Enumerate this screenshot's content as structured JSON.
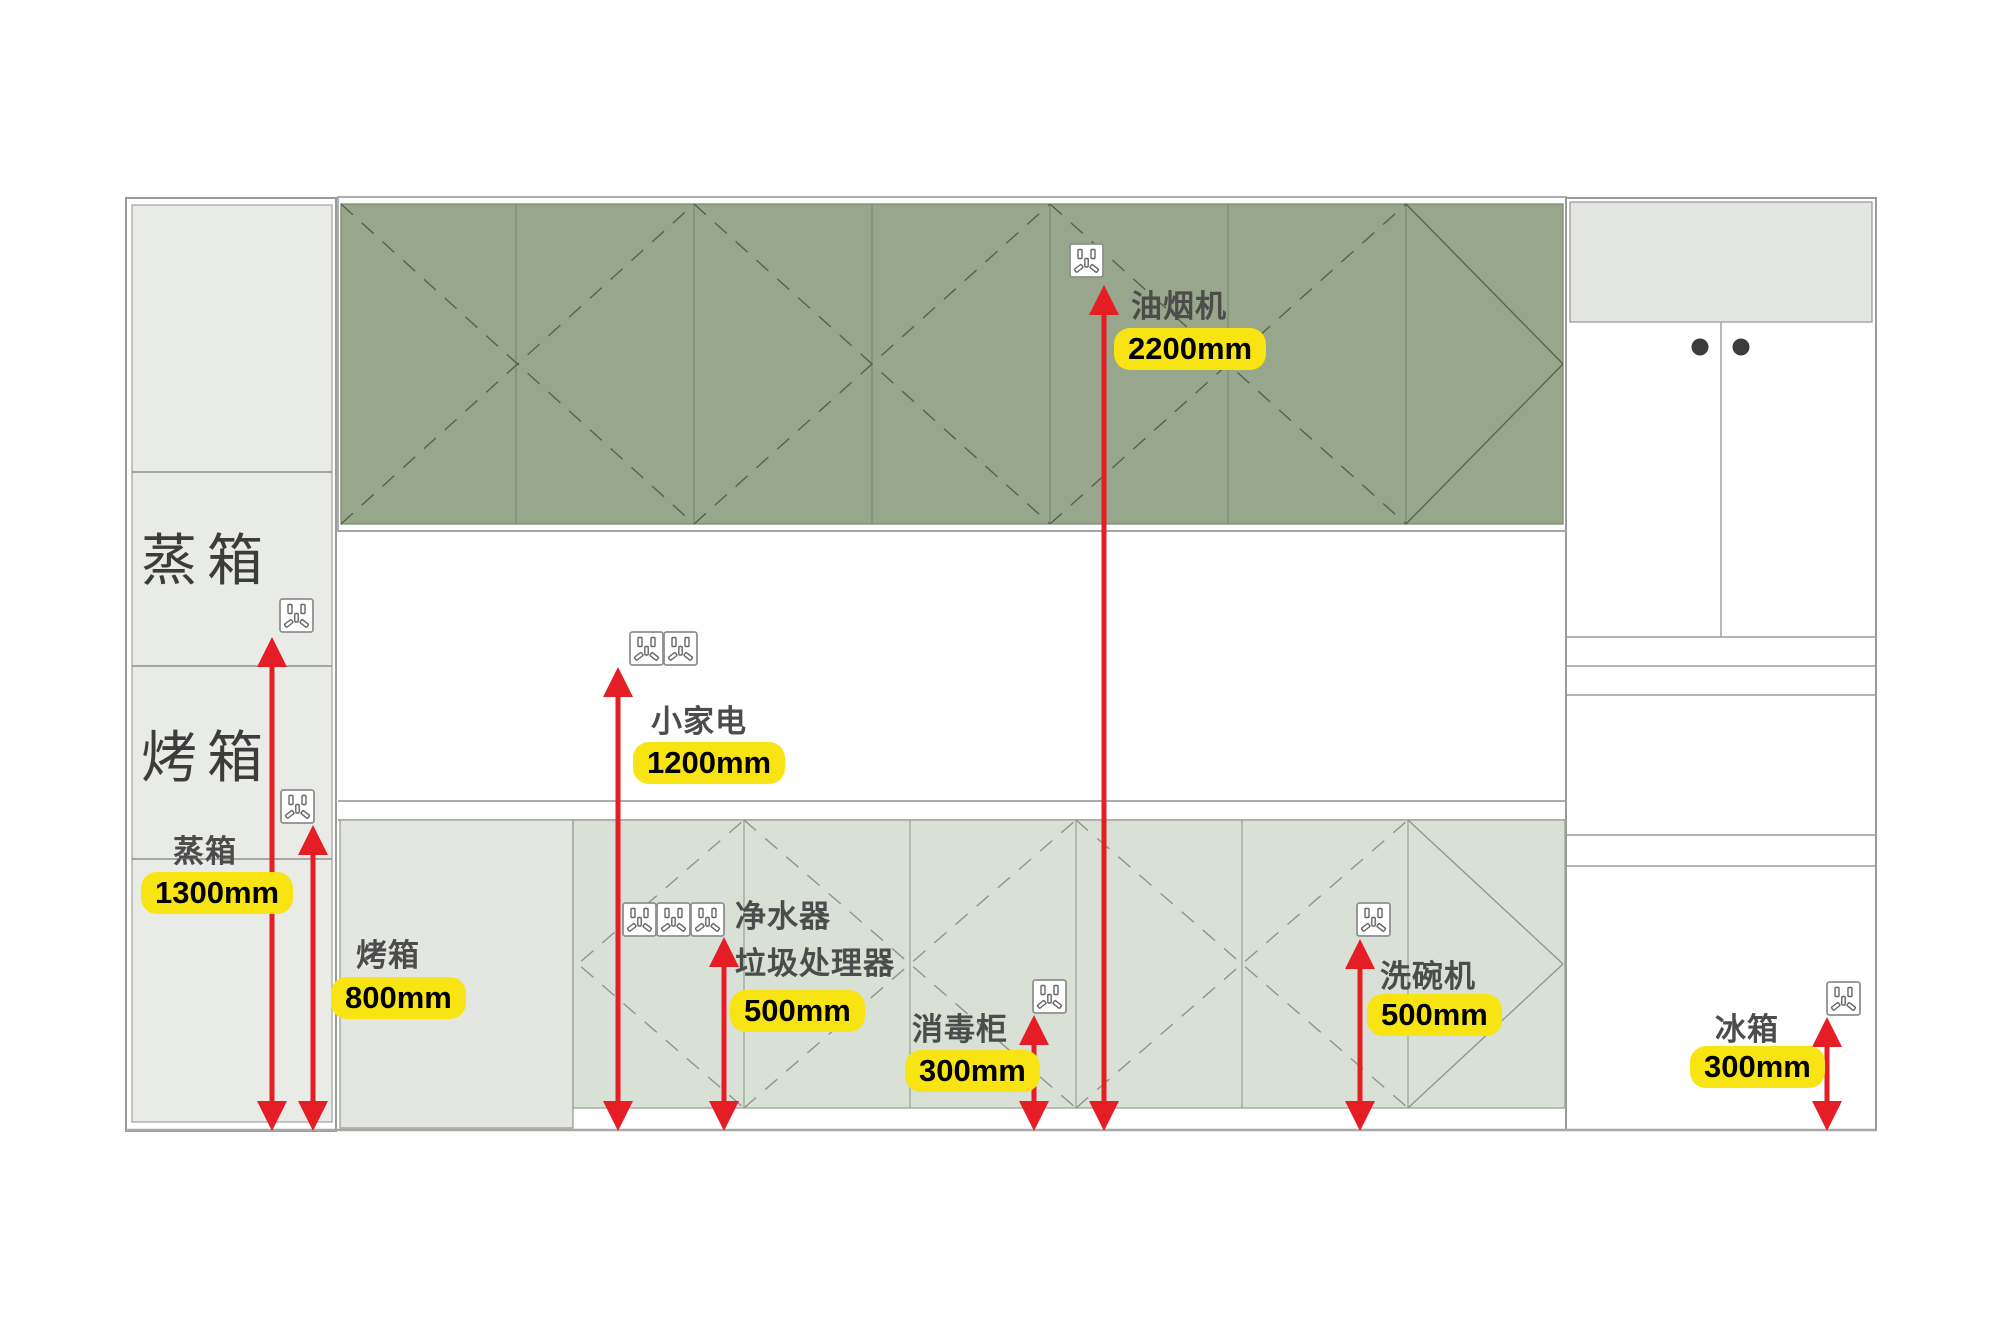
{
  "figure": {
    "type": "kitchen-elevation-outlet-height-diagram",
    "tall_cabinet": {
      "steam_oven_label": "蒸箱",
      "oven_label": "烤箱"
    },
    "annotations": [
      {
        "appliance": "蒸箱",
        "height": "1300mm"
      },
      {
        "appliance": "烤箱",
        "height": "800mm"
      },
      {
        "appliance": "小家电",
        "height": "1200mm"
      },
      {
        "appliance": "净水器",
        "appliance_line2": "垃圾处理器",
        "height": "500mm"
      },
      {
        "appliance": "消毒柜",
        "height": "300mm"
      },
      {
        "appliance": "油烟机",
        "height": "2200mm"
      },
      {
        "appliance": "洗碗机",
        "height": "500mm"
      },
      {
        "appliance": "冰箱",
        "height": "300mm"
      }
    ],
    "icons": {
      "outlet": "power-outlet-icon",
      "knob": "door-knob-icon",
      "arrow": "height-arrow"
    },
    "colors": {
      "arrow_red": "#e51e25",
      "badge_yellow": "#f7e412",
      "upper_cabinet_green": "#98a68c",
      "upper_dash_green": "#55614d",
      "base_cabinet_green": "#d9e0d6",
      "base_plain_panel": "#e4e7e1",
      "tall_cabinet_gray": "#e9ebe7",
      "cornice_gray": "#e4e6e1",
      "label_gray": "#4c4c4c",
      "frame_line": "#9b9b9b"
    }
  }
}
